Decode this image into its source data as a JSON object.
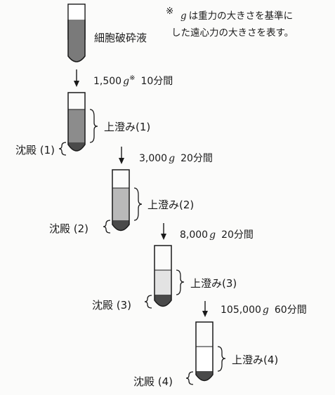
{
  "note": {
    "mark": "※",
    "line1_var": "g",
    "line1_rest": "は重力の大きさを基準に",
    "line2": "した遠心力の大きさを表す。"
  },
  "start_label": "細胞破砕液",
  "steps": [
    {
      "speed_num": "1,500",
      "unit": "g",
      "note_mark": "※",
      "time": "10分間",
      "supernatant": "上澄み(1)",
      "pellet": "沈殿 (1)",
      "supernatant_color": "#8c8c8c"
    },
    {
      "speed_num": "3,000",
      "unit": "g",
      "note_mark": "",
      "time": "20分間",
      "supernatant": "上澄み(2)",
      "pellet": "沈殿 (2)",
      "supernatant_color": "#b9b9b9"
    },
    {
      "speed_num": "8,000",
      "unit": "g",
      "note_mark": "",
      "time": "20分間",
      "supernatant": "上澄み(3)",
      "pellet": "沈殿 (3)",
      "supernatant_color": "#e3e3e3"
    },
    {
      "speed_num": "105,000",
      "unit": "g",
      "note_mark": "",
      "time": "60分間",
      "supernatant": "上澄み(4)",
      "pellet": "沈殿 (4)",
      "supernatant_color": "#ffffff"
    }
  ],
  "colors": {
    "lysate": "#7a7a7a",
    "pellet": "#4a4a4a",
    "outline": "#1a1a1a"
  }
}
